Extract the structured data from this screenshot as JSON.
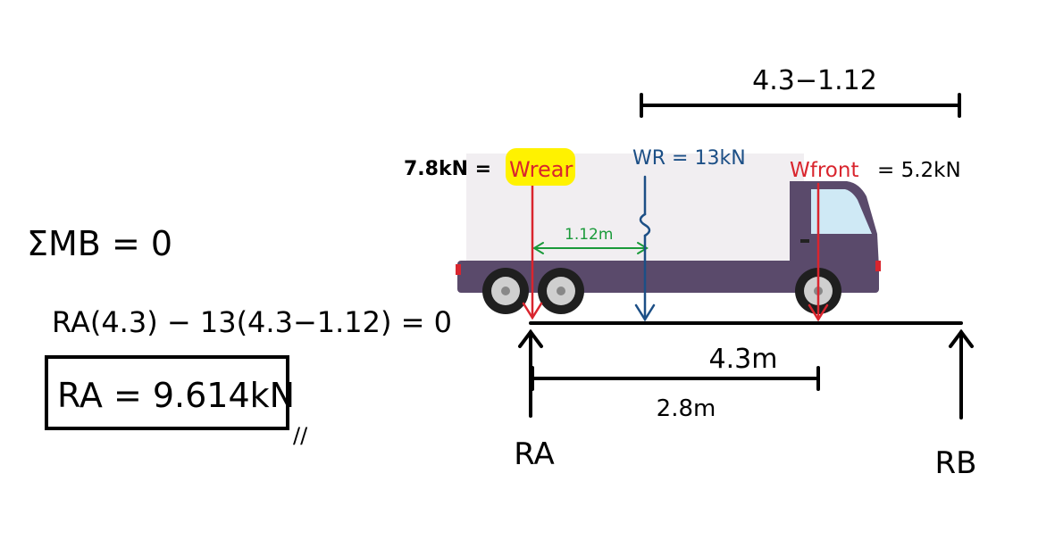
{
  "equations": {
    "moment_sum": "ΣMB = 0",
    "moment_equation": "RA(4.3) − 13(4.3−1.12) = 0",
    "result": "RA = 9.614kN",
    "result_mark": "//"
  },
  "dimensions": {
    "top_span": "4.3−1.12",
    "offset_1_12": "1.12m",
    "span_4_3": "4.3m",
    "span_2_8": "2.8m"
  },
  "forces": {
    "w_rear_value": "7.8kN =",
    "w_rear_label": "Wrear",
    "w_r_label": "WR = 13kN",
    "w_front_label": "Wfront",
    "w_front_value": "= 5.2kN"
  },
  "supports": {
    "ra": "RA",
    "rb": "RB"
  },
  "colors": {
    "ink": "#000000",
    "red": "#d9252e",
    "blue": "#1c4f86",
    "green": "#1a9a3a",
    "highlight": "#fff200",
    "truck_body": "#f1eef1",
    "truck_chassis": "#5a4a6b",
    "window": "#cfe9f5"
  }
}
